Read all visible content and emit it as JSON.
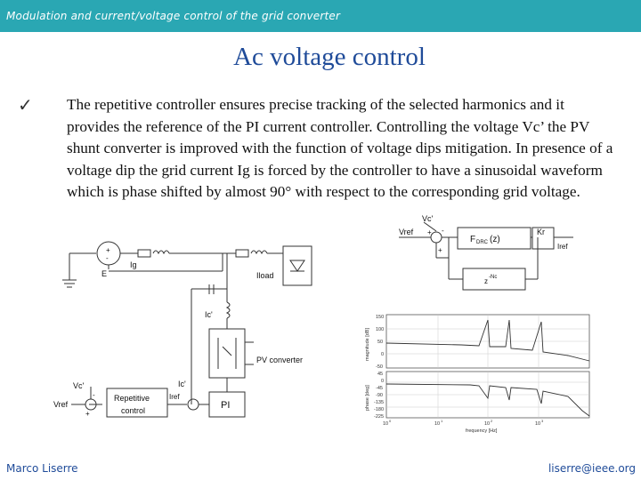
{
  "header": {
    "title": "Modulation and current/voltage control of the grid converter"
  },
  "slide": {
    "title": "Ac voltage control",
    "bullet_icon": "check-icon",
    "bullet_text": "The repetitive controller ensures precise tracking of the selected harmonics and it provides the reference of the PI current controller. Controlling the voltage Vc’ the PV shunt converter is improved with the function of voltage dips mitigation. In presence of a voltage dip the grid current Ig is forced by the controller to have a sinusoidal waveform which is phase shifted by almost 90° with respect to the corresponding grid voltage."
  },
  "circuit": {
    "source_e": "E",
    "ig": "Ig",
    "iload": "Iload",
    "ic": "Ic'",
    "ic2": "Ic'",
    "vc": "Vc'",
    "vref": "Vref",
    "pv_converter": "PV converter",
    "repetitive_1": "Repetitive",
    "repetitive_2": "control",
    "iref": "Iref",
    "pi": "PI"
  },
  "block_diagram": {
    "vc": "Vc'",
    "vref": "Vref",
    "f": "F",
    "frc": "DRC",
    "z": "(z)",
    "kr": "Kr",
    "iref": "Iref",
    "delay": "z",
    "delay_exp": "-Nc"
  },
  "bode": {
    "ylabel_mag": "magnitude [dB]",
    "ylabel_phase": "phase [deg]",
    "xlabel": "frequency [Hz]",
    "mag_ticks": [
      "150",
      "100",
      "50",
      "0",
      "-50"
    ],
    "phase_ticks": [
      "45",
      "0",
      "-45",
      "-90",
      "-135",
      "-180",
      "-225"
    ],
    "x_ticks": [
      "10",
      "10",
      "10",
      "10"
    ],
    "x_exps": [
      "0",
      "1",
      "2",
      "3"
    ]
  },
  "footer": {
    "author": "Marco Liserre",
    "email": "liserre@ieee.org"
  },
  "colors": {
    "header_bg": "#2aa7b3",
    "title": "#1f4b99",
    "footer": "#1f4b99"
  }
}
